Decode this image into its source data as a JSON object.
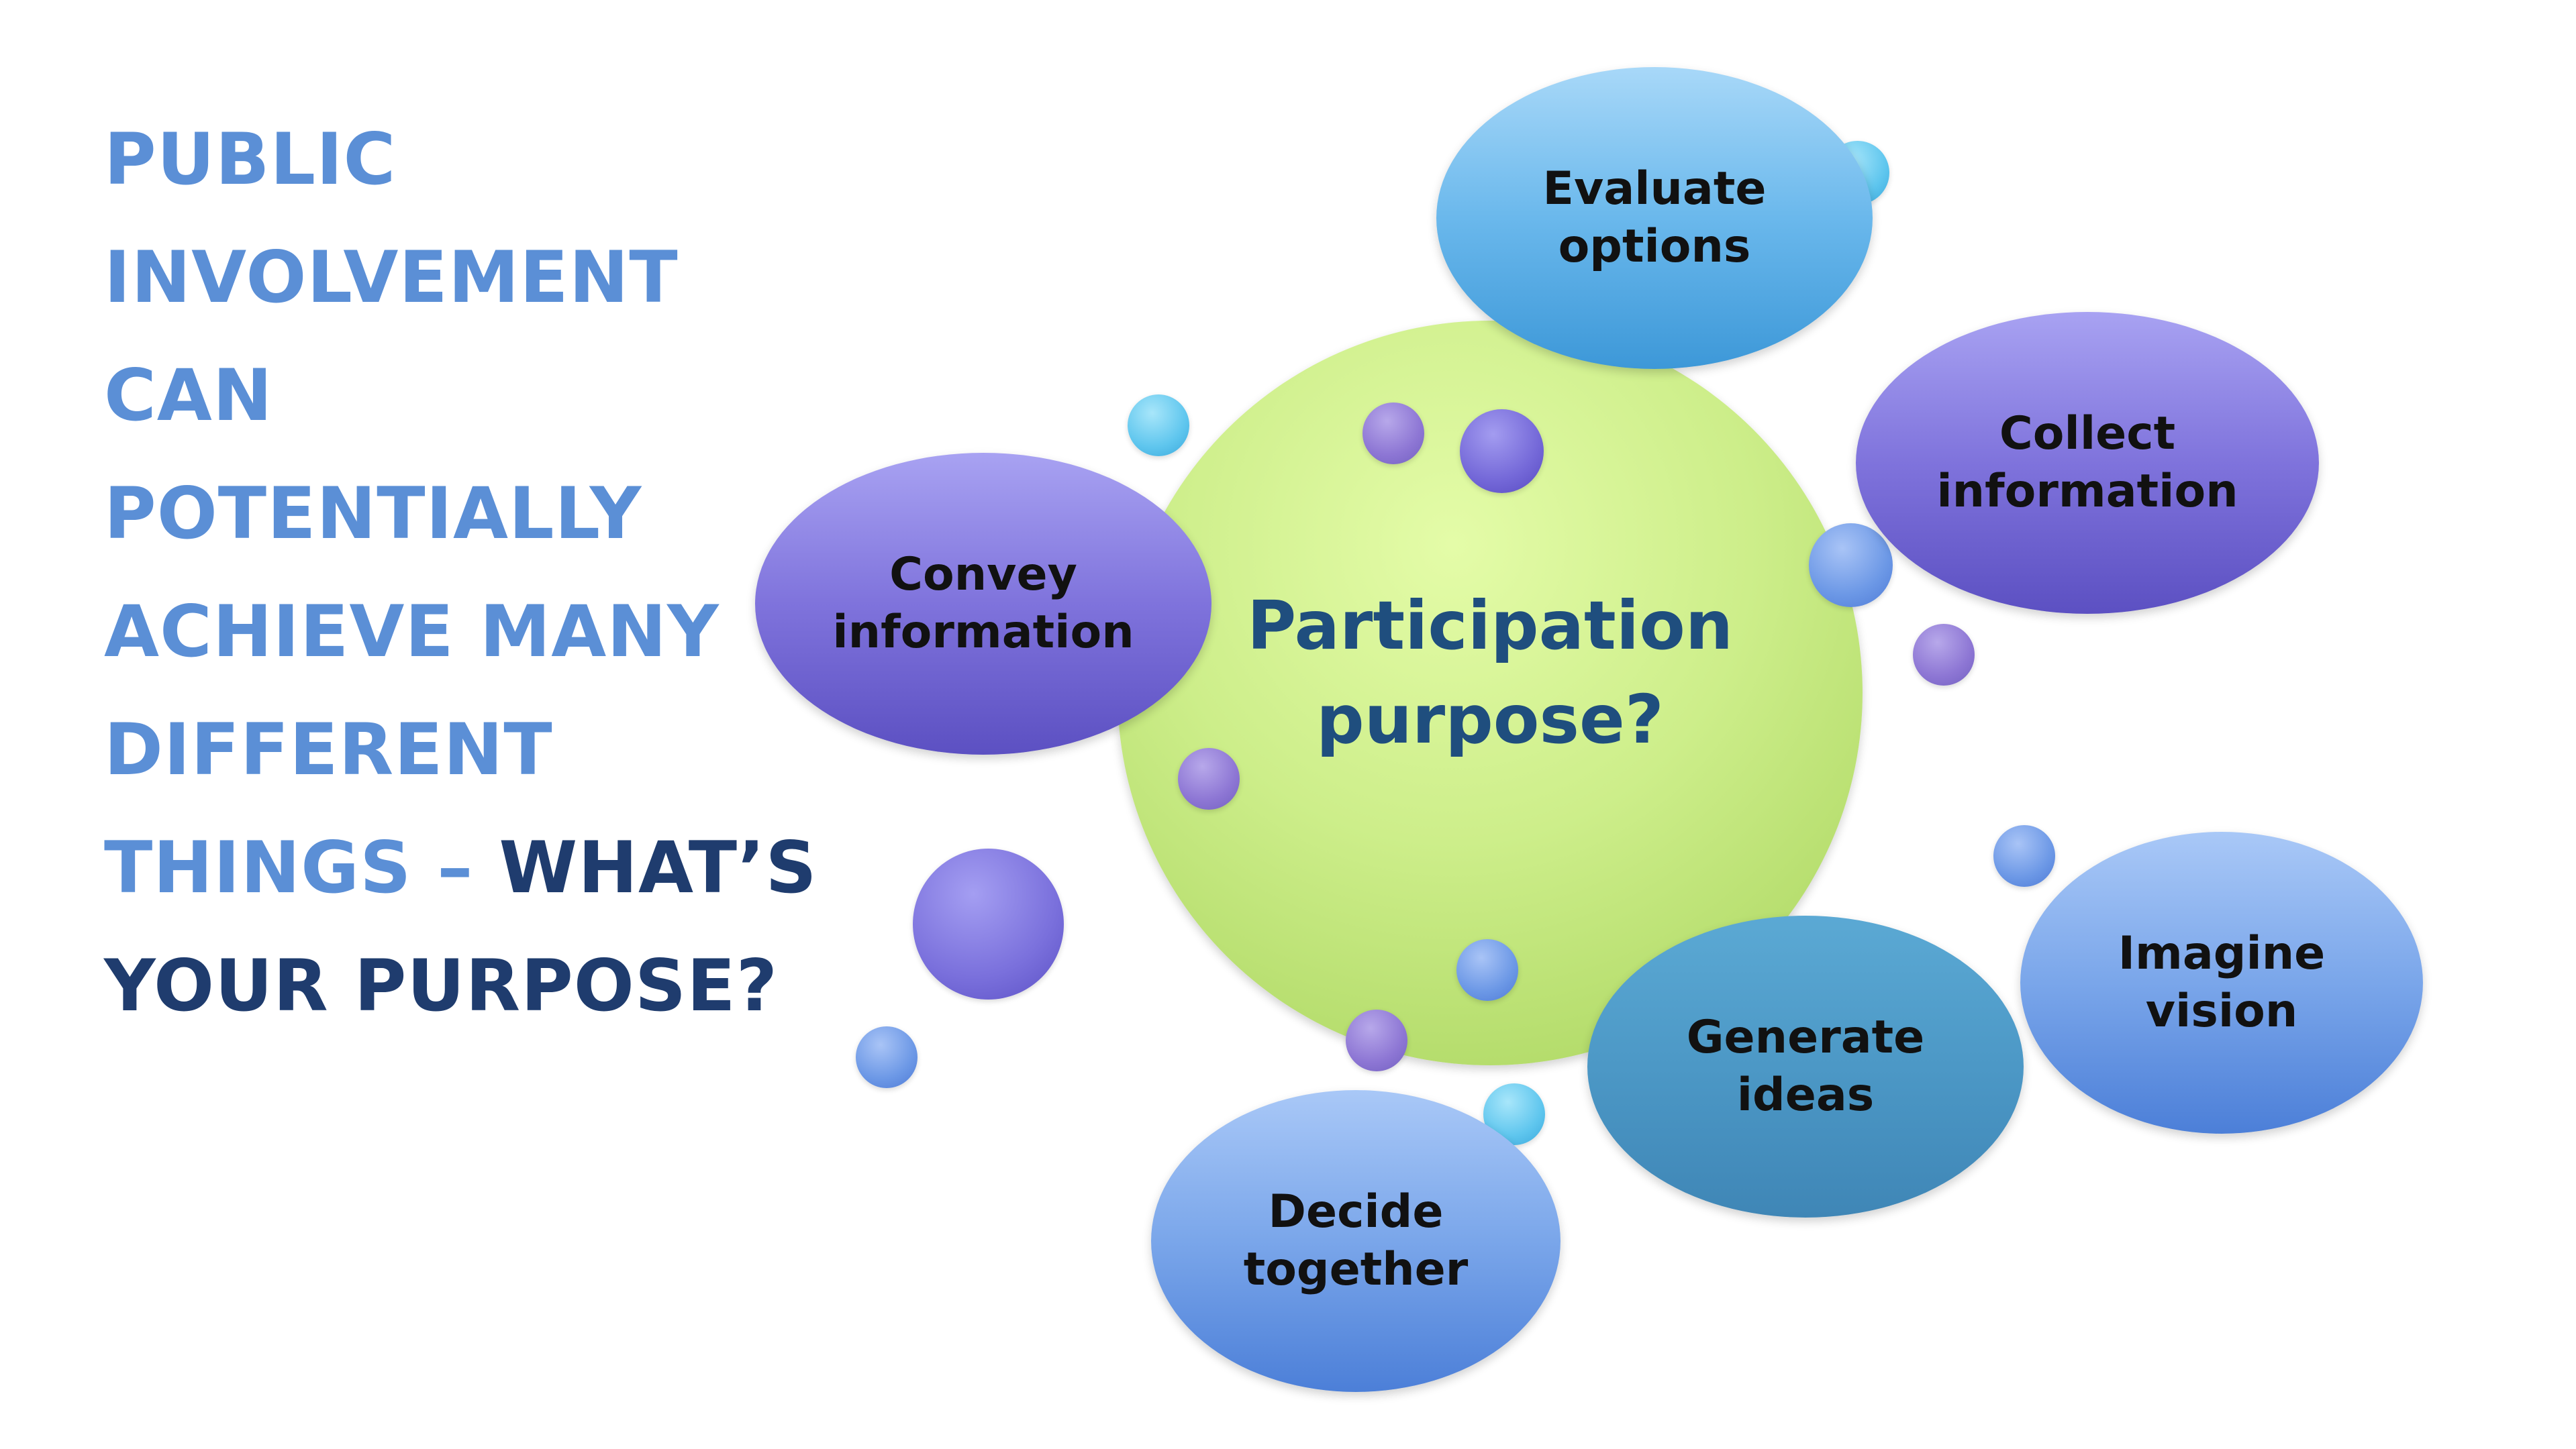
{
  "headline": {
    "line1": "PUBLIC",
    "line2": "INVOLVEMENT",
    "line3": "CAN",
    "line4": "POTENTIALLY",
    "line5": "ACHIEVE MANY",
    "line6": "DIFFERENT",
    "line7a": "THINGS – ",
    "line7b": "WHAT’S",
    "line8": "YOUR PURPOSE?"
  },
  "diagram": {
    "center": {
      "line1": "Participation",
      "line2": "purpose?"
    },
    "nodes": {
      "evaluate": {
        "line1": "Evaluate",
        "line2": "options"
      },
      "collect": {
        "line1": "Collect",
        "line2": "information"
      },
      "convey": {
        "line1": "Convey",
        "line2": "information"
      },
      "imagine": {
        "line1": "Imagine",
        "line2": "vision"
      },
      "generate": {
        "line1": "Generate",
        "line2": "ideas"
      },
      "decide": {
        "line1": "Decide",
        "line2": "together"
      }
    }
  },
  "colors": {
    "headline_light": "#5b8fd6",
    "headline_dark": "#1f3c6e",
    "center_text": "#1f4e7e",
    "center_fill": "#cdee8a"
  }
}
